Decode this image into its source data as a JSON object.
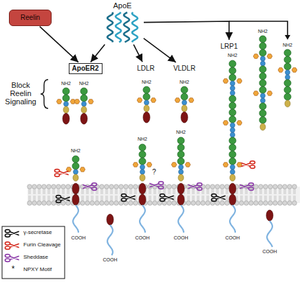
{
  "diagram": {
    "nodes": [
      {
        "text": [
          "Reelin"
        ]
      },
      {
        "text": [
          "ApoE"
        ]
      },
      {
        "text": [
          "ApoER2"
        ]
      },
      {
        "text": [
          "LDLR"
        ]
      },
      {
        "text": [
          "VLDLR"
        ]
      },
      {
        "text": [
          "LRP1"
        ]
      }
    ],
    "edges": [
      {
        "from": 0,
        "to": 2,
        "arrow": "to"
      },
      {
        "from": 1,
        "to": 2,
        "arrow": "to"
      },
      {
        "from": 1,
        "to": 3,
        "arrow": "to"
      },
      {
        "from": 1,
        "to": 4,
        "arrow": "to"
      },
      {
        "from": 1,
        "to": 5,
        "arrow": "to"
      }
    ],
    "labels": [
      "Block Reelin Signaling",
      "NH2",
      "NH2",
      "NH2",
      "NH2",
      "NH2",
      "NH2",
      "NH2",
      "NH2",
      "NH2",
      "NH2",
      "?",
      "COOH",
      "COOH",
      "COOH",
      "COOH",
      "COOH",
      "COOH",
      "*"
    ],
    "legend": [
      {
        "text": "γ-secretase"
      },
      {
        "text": "Furin Cleavage"
      },
      {
        "text": "Sheddase"
      },
      {
        "text": "NPXY Motif"
      }
    ]
  }
}
